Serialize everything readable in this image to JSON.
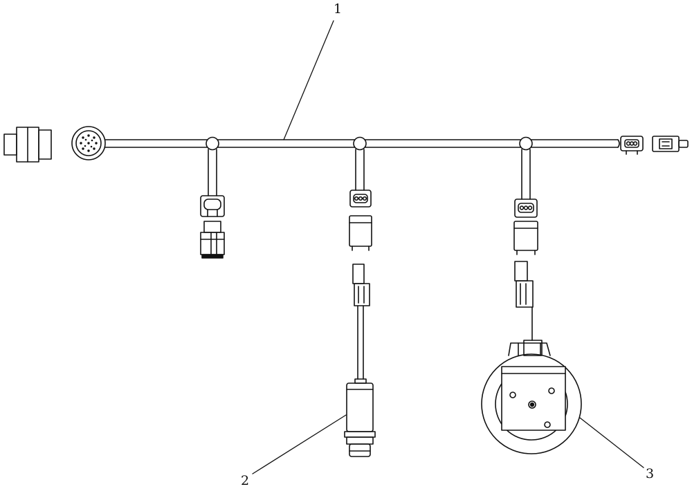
{
  "diagram": {
    "callouts": [
      {
        "id": "1",
        "text": "1"
      },
      {
        "id": "2",
        "text": "2"
      },
      {
        "id": "3",
        "text": "3"
      }
    ],
    "parts": [
      {
        "ref": "1",
        "name": "wiring-harness"
      },
      {
        "ref": "2",
        "name": "sensor"
      },
      {
        "ref": "3",
        "name": "round-mounted-sensor-unit"
      }
    ],
    "colors": {
      "line": "#111111",
      "background": "#ffffff"
    }
  }
}
